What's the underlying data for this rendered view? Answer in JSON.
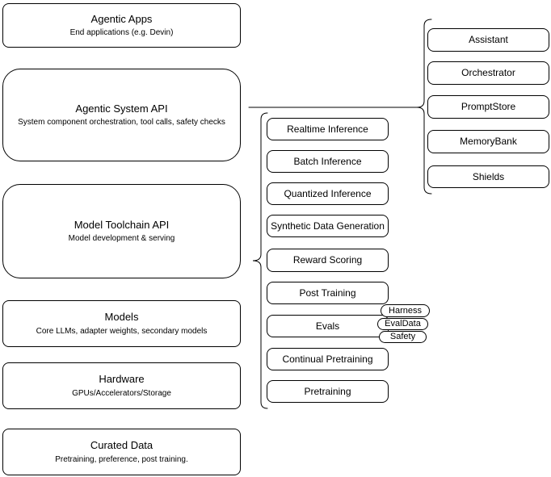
{
  "stack": [
    {
      "title": "Agentic Apps",
      "subtitle": "End applications (e.g. Devin)"
    },
    {
      "title": "Agentic System API",
      "subtitle": "System component orchestration, tool calls, safety checks"
    },
    {
      "title": "Model Toolchain API",
      "subtitle": "Model development & serving"
    },
    {
      "title": "Models",
      "subtitle": "Core LLMs, adapter weights, secondary models"
    },
    {
      "title": "Hardware",
      "subtitle": "GPUs/Accelerators/Storage"
    },
    {
      "title": "Curated Data",
      "subtitle": "Pretraining, preference, post training."
    }
  ],
  "toolchain_items": [
    "Realtime Inference",
    "Batch Inference",
    "Quantized Inference",
    "Synthetic Data Generation",
    "Reward Scoring",
    "Post Training",
    "Evals",
    "Continual Pretraining",
    "Pretraining"
  ],
  "eval_tags": [
    "Harness",
    "EvalData",
    "Safety"
  ],
  "system_components": [
    "Assistant",
    "Orchestrator",
    "PromptStore",
    "MemoryBank",
    "Shields"
  ],
  "colors": {
    "stroke": "#000000",
    "fill": "#ffffff",
    "text": "#000000"
  }
}
